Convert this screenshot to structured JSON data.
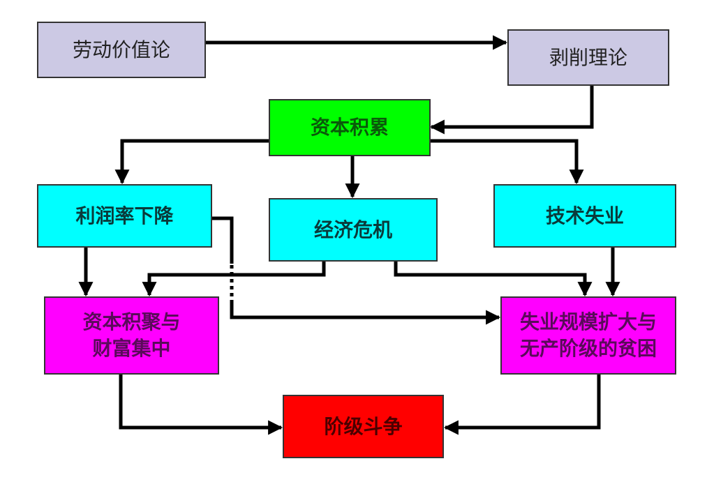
{
  "diagram": {
    "type": "flowchart",
    "nodes": {
      "labor_value": {
        "label": "劳动价值论",
        "color": "#ccc9e4"
      },
      "exploitation": {
        "label": "剥削理论",
        "color": "#ccc9e4"
      },
      "capital_accumulation": {
        "label": "资本积累",
        "color": "#00ff00"
      },
      "profit_rate_fall": {
        "label": "利润率下降",
        "color": "#00ffff"
      },
      "economic_crisis": {
        "label": "经济危机",
        "color": "#00ffff"
      },
      "tech_unemployment": {
        "label": "技术失业",
        "color": "#00ffff"
      },
      "wealth_concentration": {
        "label": "资本积聚与\n财富集中",
        "color": "#ff00ff"
      },
      "unemployment_poverty": {
        "label": "失业规模扩大与\n无产阶级的贫困",
        "color": "#ff00ff"
      },
      "class_struggle": {
        "label": "阶级斗争",
        "color": "#ff0000"
      }
    },
    "edges": [
      {
        "from": "劳动价值论",
        "to": "剥削理论"
      },
      {
        "from": "剥削理论",
        "to": "资本积累"
      },
      {
        "from": "资本积累",
        "to": "利润率下降"
      },
      {
        "from": "资本积累",
        "to": "经济危机"
      },
      {
        "from": "资本积累",
        "to": "技术失业"
      },
      {
        "from": "利润率下降",
        "to": "资本积聚与财富集中"
      },
      {
        "from": "利润率下降",
        "to": "失业规模扩大与无产阶级的贫困",
        "style": "dotted-crossing"
      },
      {
        "from": "经济危机",
        "to": "资本积聚与财富集中"
      },
      {
        "from": "经济危机",
        "to": "失业规模扩大与无产阶级的贫困"
      },
      {
        "from": "技术失业",
        "to": "失业规模扩大与无产阶级的贫困"
      },
      {
        "from": "资本积聚与财富集中",
        "to": "阶级斗争"
      },
      {
        "from": "失业规模扩大与无产阶级的贫困",
        "to": "阶级斗争"
      }
    ]
  }
}
